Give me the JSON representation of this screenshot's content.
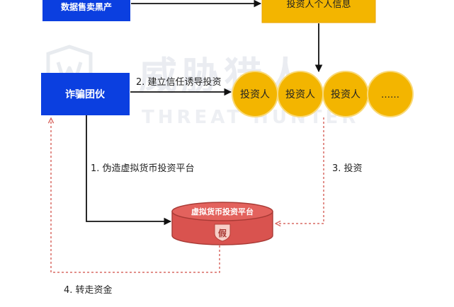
{
  "colors": {
    "blue": "#0B3FE0",
    "yellow": "#F3B500",
    "yellow_stroke": "#F9D978",
    "red_body": "#D9534F",
    "red_top": "#E3625D",
    "red_dark": "#A83A35",
    "badge": "#F7CFC8",
    "dashed": "#D96A64",
    "arrow": "#111111",
    "watermark": "#E6E9EE"
  },
  "nodes": {
    "data_seller": "数据售卖黑产",
    "investor_info": "投资人个人信息",
    "fraud_gang": "诈骗团伙",
    "investors": [
      "投资人",
      "投资人",
      "投资人",
      "……"
    ],
    "platform": "虚拟货币投资平台",
    "fake_badge": "假"
  },
  "edges": {
    "step1": "1. 伪造虚拟货币投资平台",
    "step2": "2. 建立信任诱导投资",
    "step3": "3. 投资",
    "step4": "4. 转走资金"
  },
  "watermark": {
    "cn": "威胁猎人",
    "en": "THREAT HUNTER",
    "logo_icon": "shield-logo-icon"
  }
}
